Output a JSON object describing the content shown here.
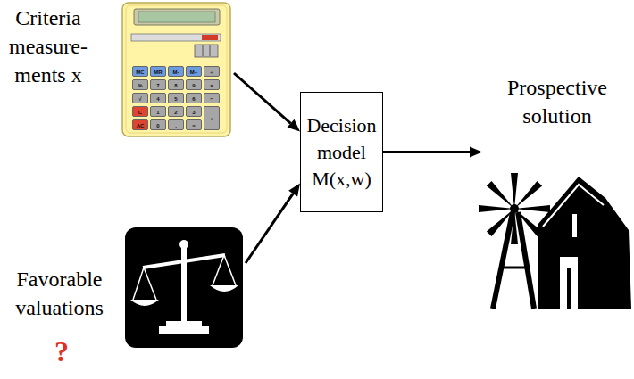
{
  "diagram": {
    "nodes": [
      {
        "text": [
          "Criteria measure- ments x"
        ]
      },
      {
        "text": [
          "Decision model M(x,w)"
        ]
      },
      {
        "text": [
          "Prospective solution"
        ]
      },
      {
        "text": [
          "Favorable valuations",
          "?"
        ]
      }
    ],
    "edges": [
      {
        "from": 0,
        "to": 1,
        "arrow": "to"
      },
      {
        "from": 3,
        "to": 1,
        "arrow": "to"
      },
      {
        "from": 1,
        "to": 2,
        "arrow": "to"
      }
    ],
    "labels": [
      "MC",
      "MR",
      "M-",
      "M+",
      "÷",
      "%",
      "7",
      "8",
      "9",
      "×",
      "√",
      "4",
      "5",
      "6",
      "−",
      "C",
      "1",
      "2",
      "3",
      "+",
      "AC",
      "0",
      ".",
      "="
    ]
  }
}
